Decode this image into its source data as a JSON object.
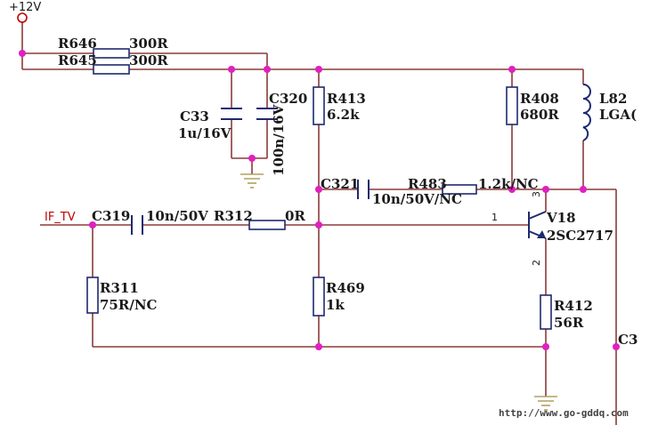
{
  "supply": {
    "label": "+12V"
  },
  "net": {
    "if_tv": "IF_TV"
  },
  "resistors": {
    "r646": {
      "ref": "R646",
      "value": "300R"
    },
    "r645": {
      "ref": "R645",
      "value": "300R"
    },
    "r413": {
      "ref": "R413",
      "value": "6.2k"
    },
    "r408": {
      "ref": "R408",
      "value": "680R"
    },
    "r483": {
      "ref": "R483",
      "value": "1.2k/NC"
    },
    "r312": {
      "ref": "R312",
      "value": "0R"
    },
    "r311": {
      "ref": "R311",
      "value": "75R/NC"
    },
    "r469": {
      "ref": "R469",
      "value": "1k"
    },
    "r412": {
      "ref": "R412",
      "value": "56R"
    }
  },
  "capacitors": {
    "c33": {
      "ref": "C33",
      "value": "1u/16V"
    },
    "c320": {
      "ref": "C320",
      "value": "100n/16V"
    },
    "c321": {
      "ref": "C321",
      "value": "10n/50V/NC"
    },
    "c319": {
      "ref": "C319",
      "value": "10n/50V"
    },
    "c3x": {
      "ref": "C3"
    }
  },
  "inductor": {
    "ref": "L82",
    "value": "LGA("
  },
  "transistor": {
    "ref": "V18",
    "part": "2SC2717",
    "pin1": "1",
    "pin2": "2",
    "pin3": "3"
  },
  "watermark": "http://www.go-gddq.com"
}
